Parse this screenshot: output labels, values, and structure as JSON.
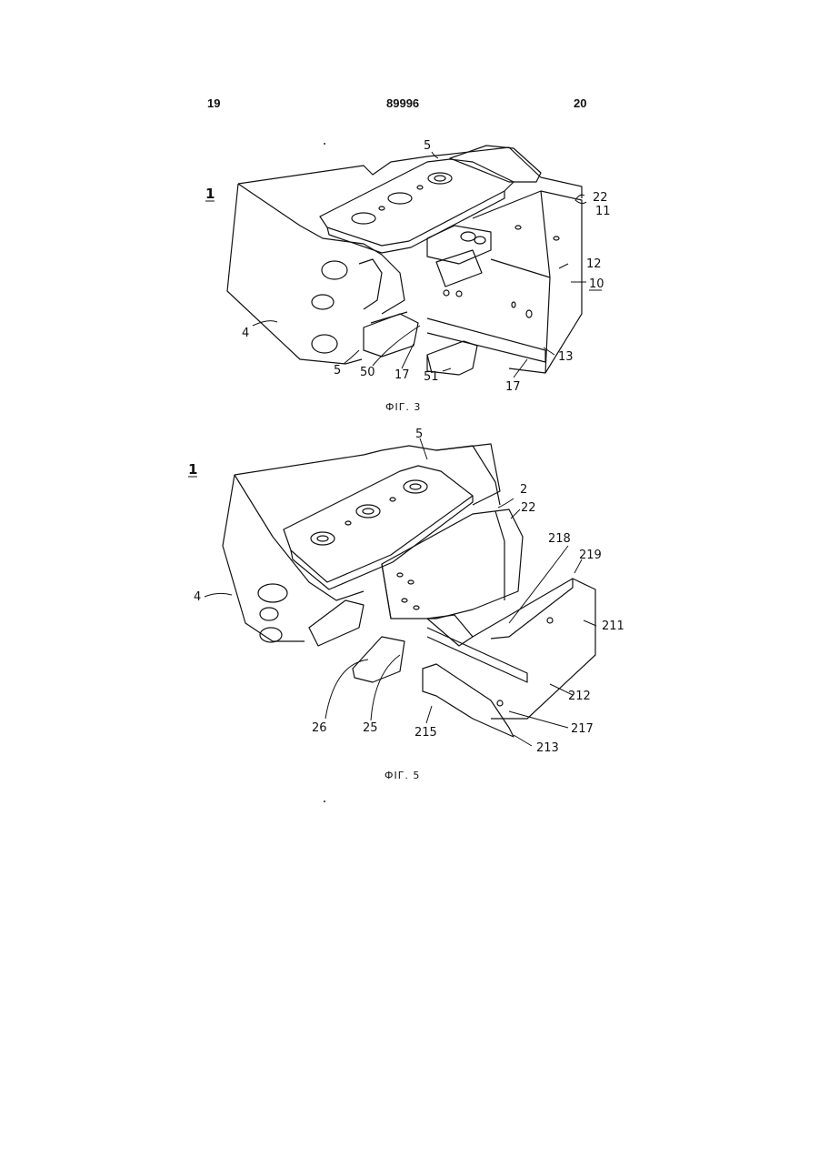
{
  "header": {
    "page_left": "19",
    "document_number": "89996",
    "page_right": "20"
  },
  "figure3": {
    "caption": "ФІГ. 3",
    "labels": {
      "assembly": "1",
      "plate": "5",
      "label_22": "22",
      "label_11": "11",
      "label_12": "12",
      "label_10": "10",
      "label_4": "4",
      "label_5b": "5",
      "label_50": "50",
      "label_17a": "17",
      "label_51": "51",
      "label_17b": "17",
      "label_13": "13"
    }
  },
  "figure5": {
    "caption": "ФІГ. 5",
    "labels": {
      "assembly": "1",
      "plate": "5",
      "label_2": "2",
      "label_22": "22",
      "label_218": "218",
      "label_219": "219",
      "label_211": "211",
      "label_4": "4",
      "label_212": "212",
      "label_26": "26",
      "label_25": "25",
      "label_215": "215",
      "label_217": "217",
      "label_213": "213"
    }
  }
}
